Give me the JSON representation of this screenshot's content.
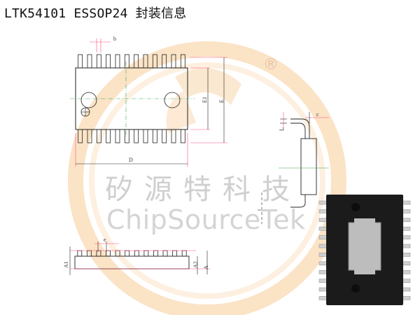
{
  "title": "LTK54101 ESSOP24 封装信息",
  "watermark": {
    "cn": "矽源特科技",
    "en": "ChipSourceTek",
    "registered_mark": "®",
    "color": "#f3c48c"
  },
  "dimensions": {
    "b": "b",
    "D": "D",
    "E1": "E1",
    "E": "E",
    "c": "c",
    "L": "L",
    "e": "e",
    "A1": "A1",
    "A2": "A2",
    "A": "A"
  },
  "package": {
    "pins_per_side": 12,
    "body_color": "#1b1b1b",
    "pad_color": "#bdbdbd",
    "lead_color": "#d0d0d0"
  },
  "colors": {
    "dimension_line": "#ff4d7a",
    "center_line": "#3aa14a",
    "outline": "#222222"
  }
}
